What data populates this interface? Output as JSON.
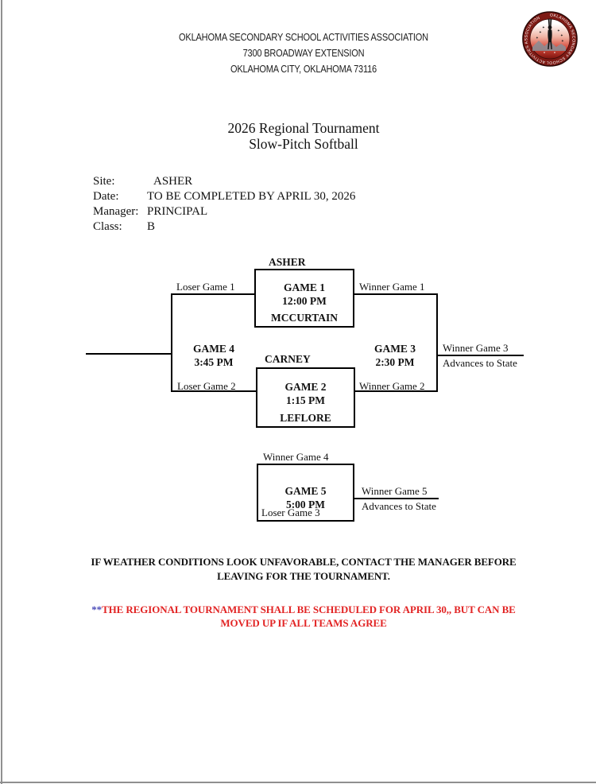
{
  "logo": {
    "name": "ossaa-seal",
    "ring_text": "OKLAHOMA SECONDARY SCHOOL ACTIVITIES ASSOCIATION"
  },
  "header": {
    "line1": "OKLAHOMA SECONDARY SCHOOL ACTIVITIES ASSOCIATION",
    "line2": "7300 BROADWAY EXTENSION",
    "line3": "OKLAHOMA CITY, OKLAHOMA 73116"
  },
  "title": {
    "line1": "2026 Regional Tournament",
    "line2": "Slow-Pitch Softball"
  },
  "info": {
    "site_label": "Site:",
    "site_value": "ASHER",
    "date_label": "Date:",
    "date_value": "TO BE COMPLETED BY APRIL 30, 2026",
    "manager_label": "Manager:",
    "manager_value": "PRINCIPAL",
    "class_label": "Class:",
    "class_value": "B"
  },
  "bracket": {
    "game1": {
      "team_top": "ASHER",
      "title": "GAME 1",
      "time": "12:00 PM",
      "team_bottom": "MCCURTAIN",
      "loser_label": "Loser Game 1",
      "winner_label": "Winner Game 1"
    },
    "game2": {
      "team_top": "CARNEY",
      "title": "GAME 2",
      "time": "1:15 PM",
      "team_bottom": "LEFLORE",
      "loser_label": "Loser Game 2",
      "winner_label": "Winner Game 2"
    },
    "game3": {
      "title": "GAME 3",
      "time": "2:30 PM",
      "winner_label": "Winner Game 3",
      "advances_label": "Advances to State"
    },
    "game4": {
      "title": "GAME 4",
      "time": "3:45 PM"
    },
    "game5": {
      "top_feed_label": "Winner Game 4",
      "title": "GAME 5",
      "time": "5:00 PM",
      "bottom_feed_label": "Loser Game 3",
      "winner_label": "Winner Game 5",
      "advances_label": "Advances to State"
    }
  },
  "notes": {
    "weather_line1": "IF WEATHER CONDITIONS LOOK UNFAVORABLE, CONTACT THE MANAGER BEFORE",
    "weather_line2": "LEAVING FOR THE TOURNAMENT.",
    "red_stars": "**",
    "red_line1": "THE REGIONAL TOURNAMENT SHALL BE SCHEDULED FOR APRIL 30,, BUT CAN BE",
    "red_line2": "MOVED UP IF ALL TEAMS AGREE"
  },
  "colors": {
    "accent_red": "#e22424",
    "stars_blue": "#4a4ab8",
    "line_black": "#000000",
    "logo_ring": "#7e1a14"
  }
}
